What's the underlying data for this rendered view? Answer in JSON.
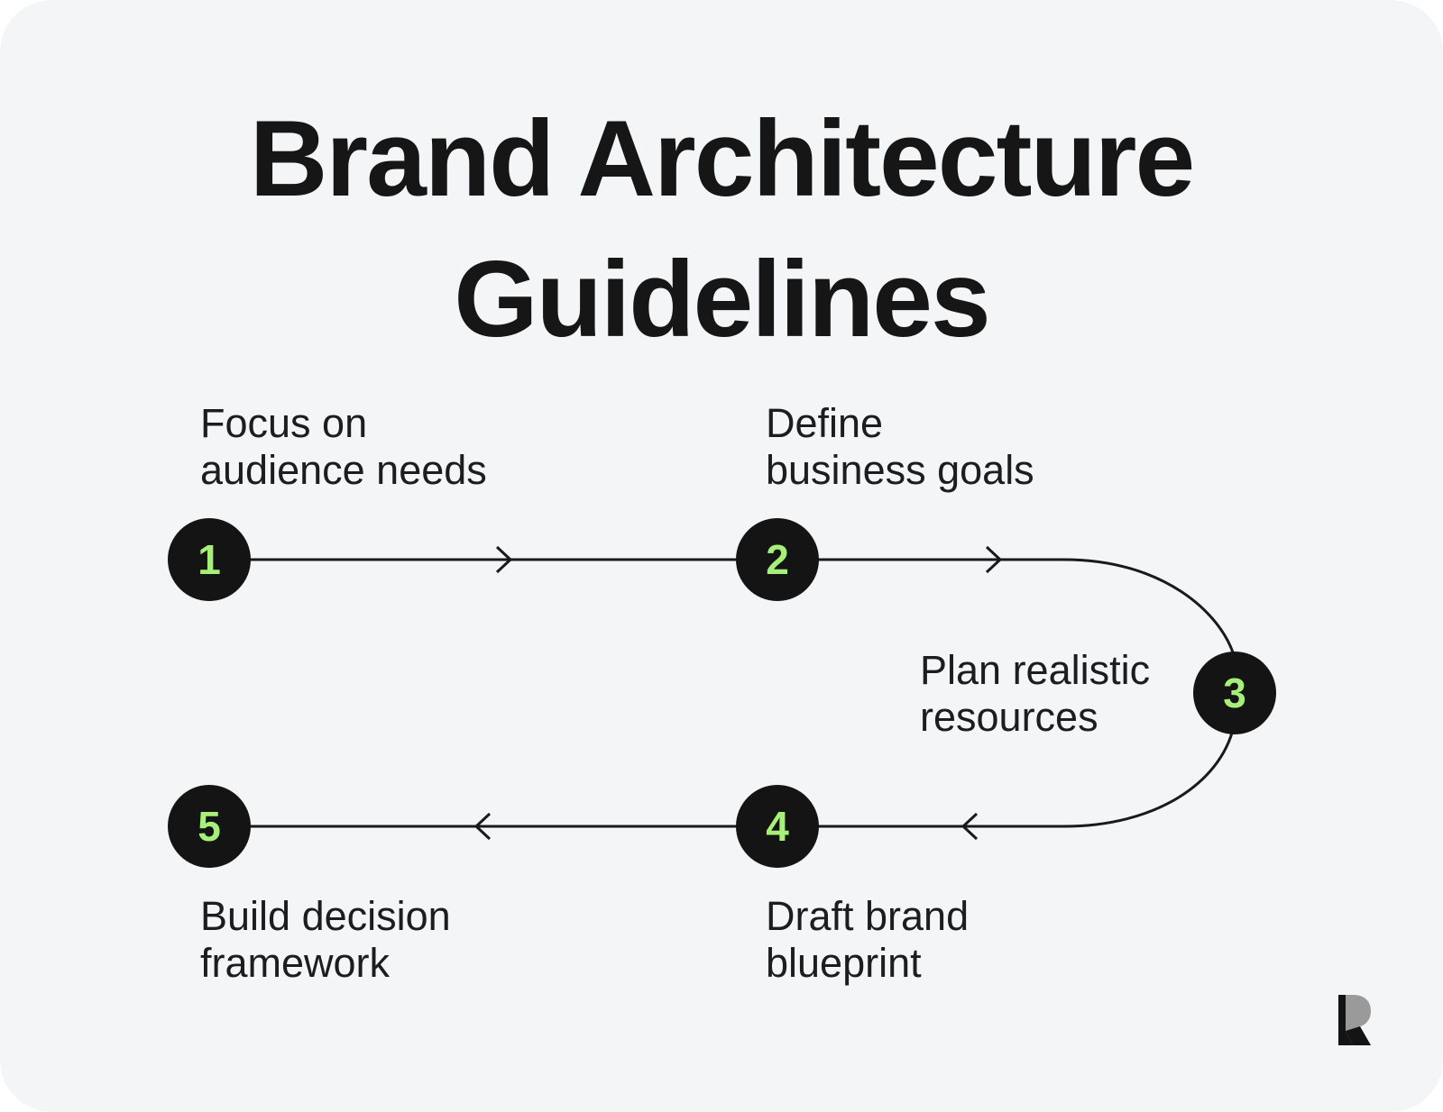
{
  "title": {
    "line1": "Brand Architecture",
    "line2": "Guidelines"
  },
  "steps": [
    {
      "number": "1",
      "label_line1": "Focus on",
      "label_line2": "audience needs"
    },
    {
      "number": "2",
      "label_line1": "Define",
      "label_line2": "business goals"
    },
    {
      "number": "3",
      "label_line1": "Plan realistic",
      "label_line2": "resources"
    },
    {
      "number": "4",
      "label_line1": "Draft brand",
      "label_line2": "blueprint"
    },
    {
      "number": "5",
      "label_line1": "Build decision",
      "label_line2": "framework"
    }
  ],
  "colors": {
    "background": "#f4f5f7",
    "node_fill": "#141414",
    "node_number": "#a6ef78",
    "text": "#1d1d1d",
    "connector": "#1a1a1a"
  },
  "icons": {
    "logo": "brand-r-logo-icon",
    "arrow": "chevron-arrow-icon"
  }
}
